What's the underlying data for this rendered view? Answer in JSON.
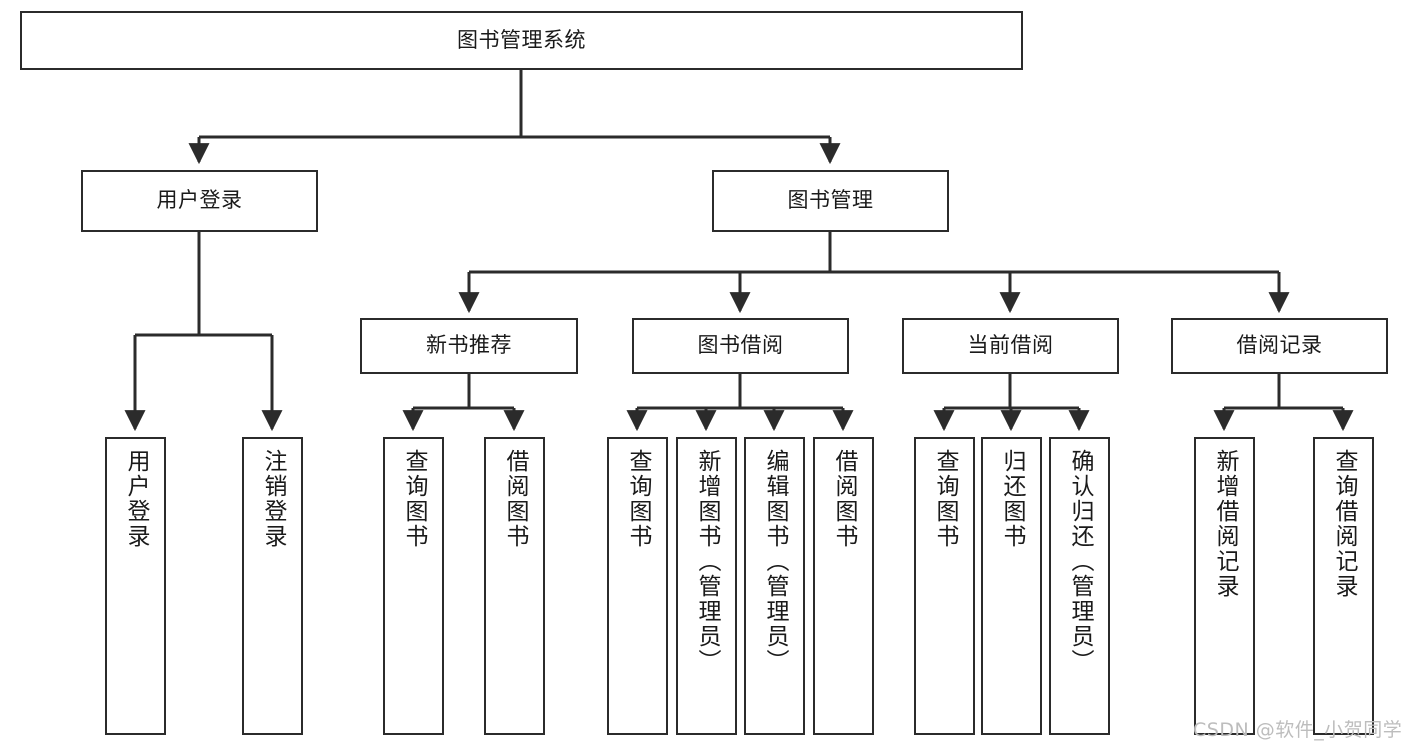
{
  "diagram": {
    "title": "图书管理系统",
    "type": "tree-hierarchy",
    "watermark": "CSDN @软件_小贺同学",
    "colors": {
      "box_border": "#2b2b2b",
      "box_fill": "#ffffff",
      "edge": "#2b2b2b",
      "text": "#1a1a1a",
      "watermark": "#bdbdbd",
      "background": "#ffffff"
    },
    "nodes": {
      "root": {
        "id": "root",
        "label": "图书管理系统",
        "level": 0,
        "orientation": "horizontal"
      },
      "level1": [
        {
          "id": "user-login",
          "label": "用户登录",
          "level": 1,
          "orientation": "horizontal"
        },
        {
          "id": "book-manage",
          "label": "图书管理",
          "level": 1,
          "orientation": "horizontal"
        }
      ],
      "level2": [
        {
          "id": "new-book-recommend",
          "label": "新书推荐",
          "level": 2,
          "orientation": "horizontal",
          "parent": "book-manage"
        },
        {
          "id": "book-borrow",
          "label": "图书借阅",
          "level": 2,
          "orientation": "horizontal",
          "parent": "book-manage"
        },
        {
          "id": "current-borrow",
          "label": "当前借阅",
          "level": 2,
          "orientation": "horizontal",
          "parent": "book-manage"
        },
        {
          "id": "borrow-record",
          "label": "借阅记录",
          "level": 2,
          "orientation": "horizontal",
          "parent": "book-manage"
        }
      ],
      "leaves": [
        {
          "id": "leaf-user-login",
          "label": "用户登录",
          "parent": "user-login",
          "orientation": "vertical"
        },
        {
          "id": "leaf-user-logout",
          "label": "注销登录",
          "parent": "user-login",
          "orientation": "vertical"
        },
        {
          "id": "leaf-query-book-1",
          "label": "查询图书",
          "parent": "new-book-recommend",
          "orientation": "vertical"
        },
        {
          "id": "leaf-borrow-book-1",
          "label": "借阅图书",
          "parent": "new-book-recommend",
          "orientation": "vertical"
        },
        {
          "id": "leaf-query-book-2",
          "label": "查询图书",
          "parent": "book-borrow",
          "orientation": "vertical"
        },
        {
          "id": "leaf-add-book",
          "label": "新增图书（管理员）",
          "parent": "book-borrow",
          "orientation": "vertical"
        },
        {
          "id": "leaf-edit-book",
          "label": "编辑图书（管理员）",
          "parent": "book-borrow",
          "orientation": "vertical"
        },
        {
          "id": "leaf-borrow-book-2",
          "label": "借阅图书",
          "parent": "book-borrow",
          "orientation": "vertical"
        },
        {
          "id": "leaf-query-book-3",
          "label": "查询图书",
          "parent": "current-borrow",
          "orientation": "vertical"
        },
        {
          "id": "leaf-return-book",
          "label": "归还图书",
          "parent": "current-borrow",
          "orientation": "vertical"
        },
        {
          "id": "leaf-confirm-return",
          "label": "确认归还（管理员）",
          "parent": "current-borrow",
          "orientation": "vertical"
        },
        {
          "id": "leaf-add-record",
          "label": "新增借阅记录",
          "parent": "borrow-record",
          "orientation": "vertical"
        },
        {
          "id": "leaf-query-record",
          "label": "查询借阅记录",
          "parent": "borrow-record",
          "orientation": "vertical"
        }
      ]
    }
  }
}
